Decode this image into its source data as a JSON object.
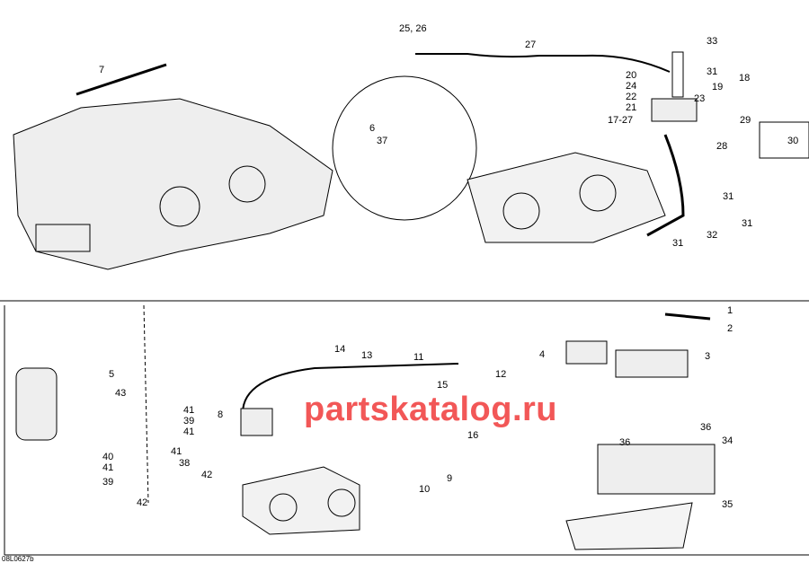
{
  "diagram_code": "08L0627b",
  "watermark": "partskatalog.ru",
  "callouts_top": [
    "25, 26",
    "27",
    "33",
    "31",
    "18",
    "20",
    "24",
    "19",
    "22",
    "23",
    "21",
    "17-27",
    "29",
    "30",
    "6",
    "37",
    "7",
    "28",
    "31",
    "31",
    "32",
    "31"
  ],
  "callouts_bottom": [
    "1",
    "2",
    "4",
    "3",
    "14",
    "13",
    "11",
    "12",
    "15",
    "5",
    "43",
    "8",
    "16",
    "41",
    "39",
    "41",
    "40",
    "41",
    "41",
    "38",
    "42",
    "39",
    "42",
    "9",
    "10",
    "36",
    "36",
    "34",
    "35"
  ]
}
